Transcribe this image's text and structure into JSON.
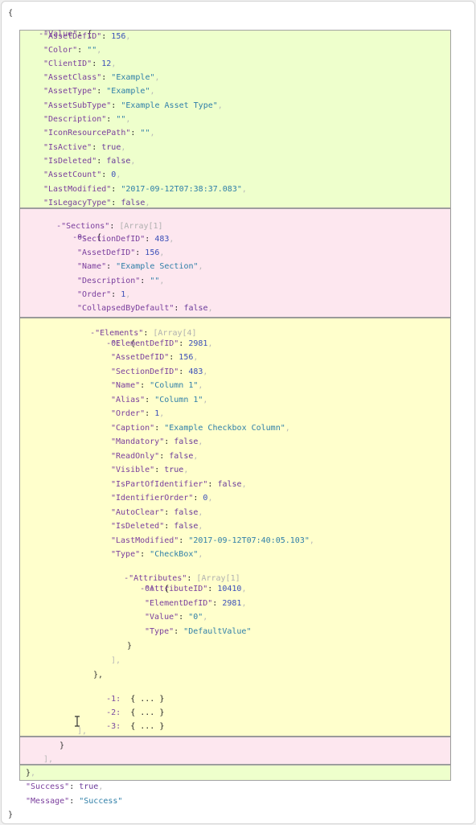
{
  "labels": {
    "array1": "[Array[1]",
    "array4": "[Array[4]",
    "collapsed": "{ ... }"
  },
  "value": {
    "AssetDefID": "156",
    "Color": "\"\"",
    "ClientID": "12",
    "AssetClass": "\"Example\"",
    "AssetType": "\"Example\"",
    "AssetSubType": "\"Example Asset Type\"",
    "Description": "\"\"",
    "IconResourcePath": "\"\"",
    "IsActive": "true",
    "IsDeleted": "false",
    "AssetCount": "0",
    "LastModified": "\"2017-09-12T07:38:37.083\"",
    "IsLegacyType": "false"
  },
  "section": {
    "SectionDefID": "483",
    "AssetDefID": "156",
    "Name": "\"Example Section\"",
    "Description": "\"\"",
    "Order": "1",
    "CollapsedByDefault": "false"
  },
  "element": {
    "ElementDefID": "2981",
    "AssetDefID": "156",
    "SectionDefID": "483",
    "Name": "\"Column 1\"",
    "Alias": "\"Column 1\"",
    "Order": "1",
    "Caption": "\"Example Checkbox Column\"",
    "Mandatory": "false",
    "ReadOnly": "false",
    "Visible": "true",
    "IsPartOfIdentifier": "false",
    "IdentifierOrder": "0",
    "AutoClear": "false",
    "IsDeleted": "false",
    "LastModified": "\"2017-09-12T07:40:05.103\"",
    "Type": "\"CheckBox\""
  },
  "attribute": {
    "AttributeID": "10410",
    "ElementDefID": "2981",
    "Value": "\"0\"",
    "Type": "\"DefaultValue\""
  },
  "root": {
    "Success": "true",
    "Message": "\"Success\""
  }
}
